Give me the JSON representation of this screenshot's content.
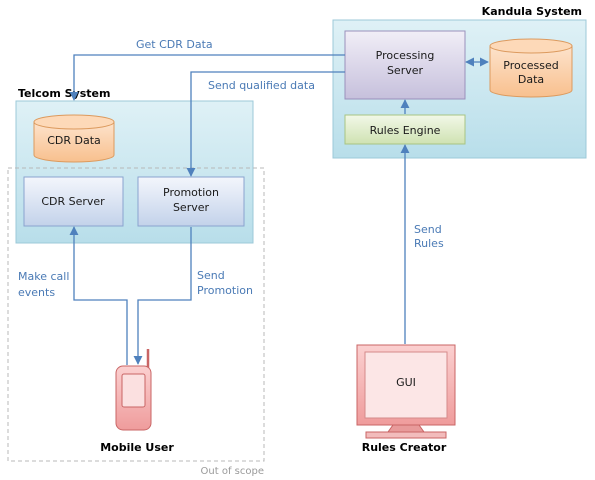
{
  "systems": {
    "kandula": "Kandula System",
    "telcom": "Telcom System",
    "scope": "Out of scope"
  },
  "nodes": {
    "processing_server": [
      "Processing",
      "Server"
    ],
    "processed_data": [
      "Processed",
      "Data"
    ],
    "rules_engine": "Rules Engine",
    "cdr_data": "CDR Data",
    "cdr_server": "CDR Server",
    "promotion_server": [
      "Promotion",
      "Server"
    ],
    "gui": "GUI"
  },
  "actors": {
    "mobile_user": "Mobile User",
    "rules_creator": "Rules Creator"
  },
  "connections": {
    "get_cdr_data": "Get CDR Data",
    "send_qualified_data": "Send qualified data",
    "send_rules": [
      "Send",
      "Rules"
    ],
    "make_call_events": [
      "Make call",
      "events"
    ],
    "send_promotion": [
      "Send",
      "Promotion"
    ]
  },
  "colors": {
    "system_fill": "#c5e4ed",
    "server_fill": "#dbe5f4",
    "rules_engine_fill": "#e6f0d4",
    "database_fill": "#fbd3b0",
    "gui_fill": "#f5b0b0",
    "arrow": "#4f81bd"
  }
}
